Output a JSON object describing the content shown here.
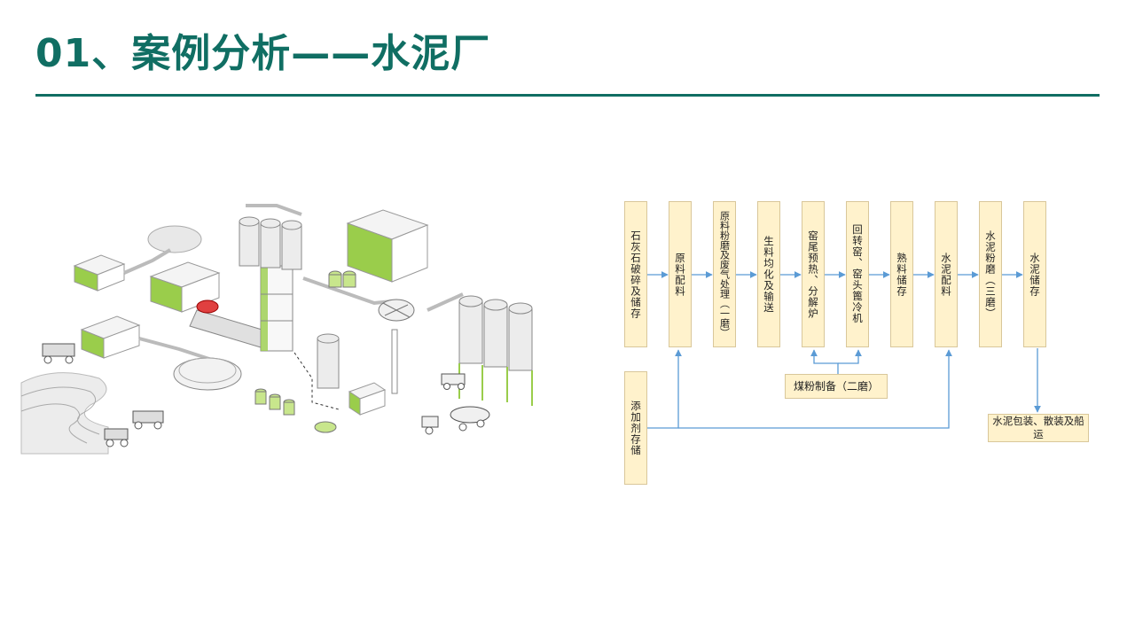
{
  "slide": {
    "title": "01、案例分析——水泥厂"
  },
  "colors": {
    "accent": "#106E63",
    "box_fill": "#FFF2CC",
    "arrow": "#5B9BD5",
    "plant_green": "#9ACD4B"
  },
  "illustration": {
    "icon": "cement-plant-illustration"
  },
  "flowchart": {
    "process_steps": [
      "石灰石破碎及储存",
      "原料配料",
      "原料粉磨及废气处理（一磨）",
      "生料均化及输送",
      "窑尾预热、分解炉",
      "回转窑、窑头篦冷机",
      "熟料储存",
      "水泥配料",
      "水泥粉磨（三磨）",
      "水泥储存"
    ],
    "additive": "添加剂存储",
    "coal": "煤粉制备（二磨）",
    "packaging": "水泥包装、散装及船运"
  }
}
